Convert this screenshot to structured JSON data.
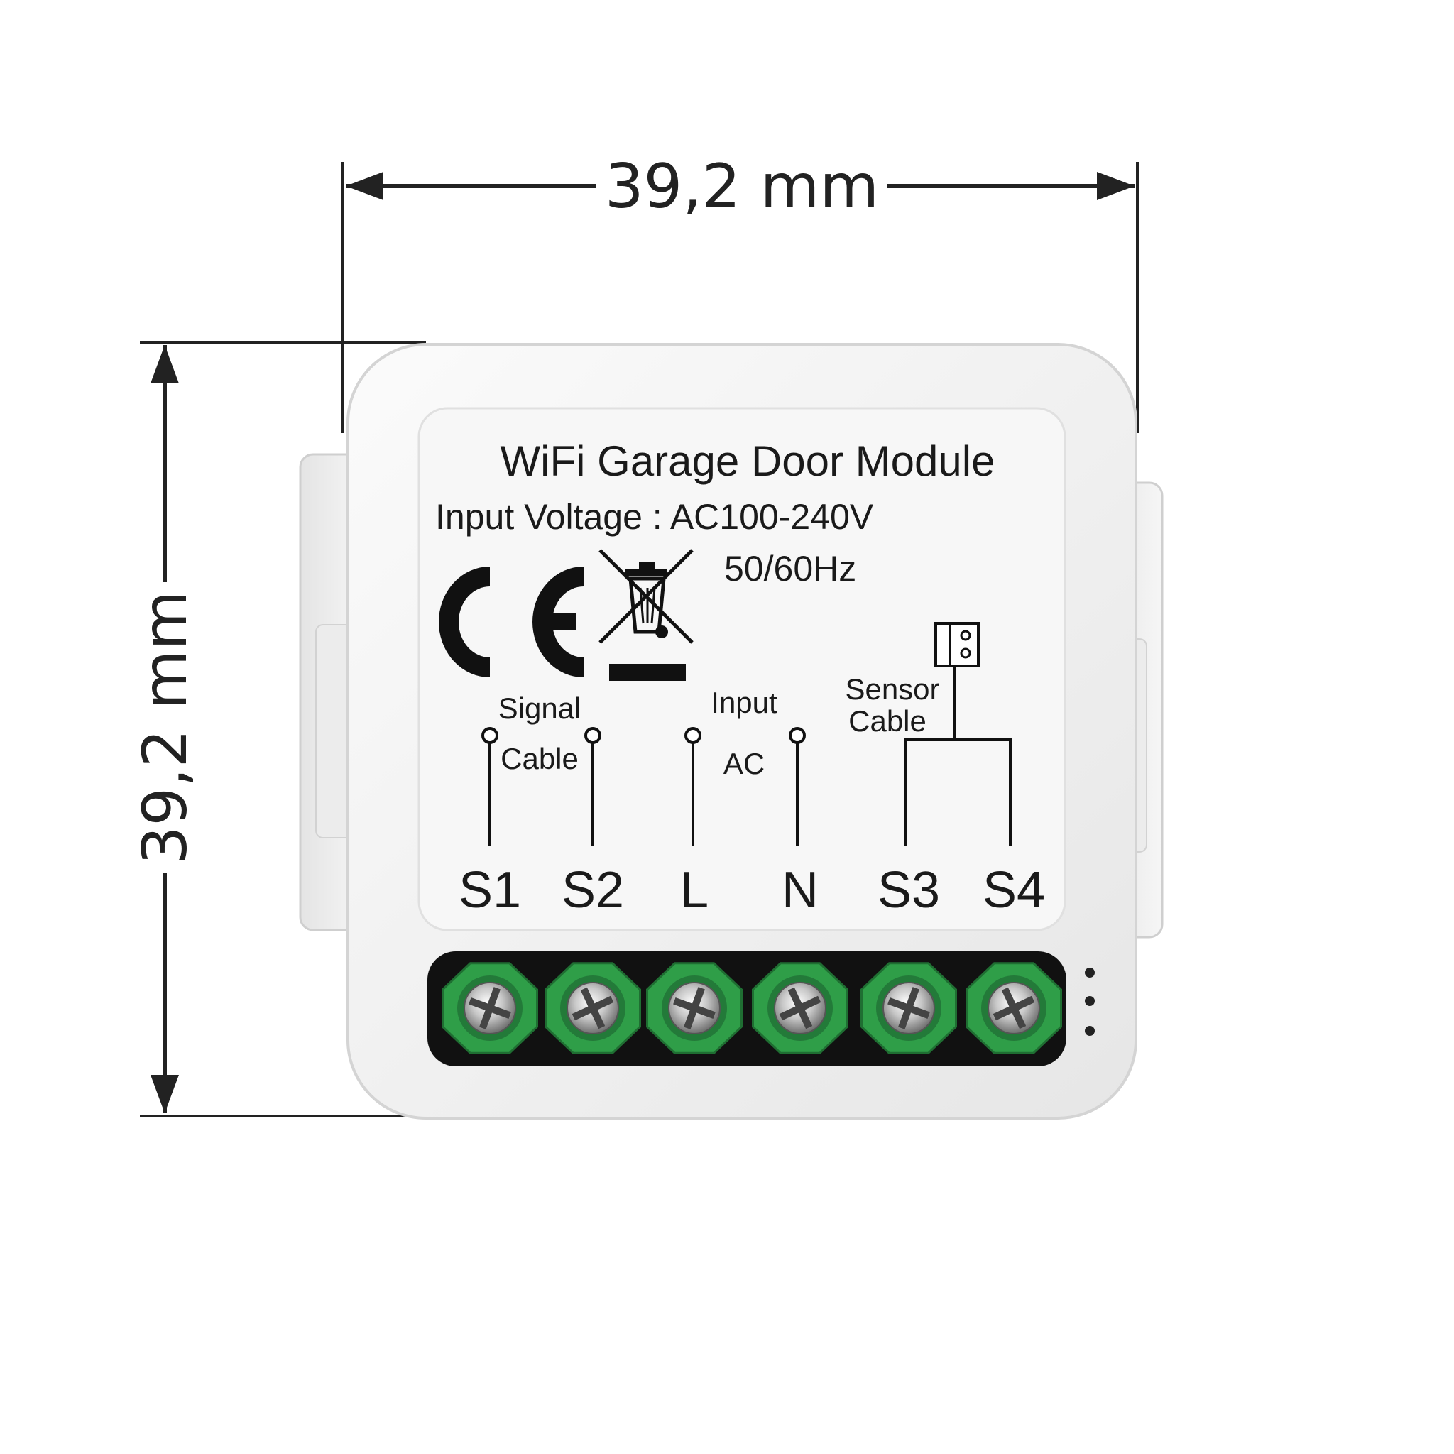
{
  "dimensions": {
    "width_label": "39,2 mm",
    "height_label": "39,2 mm"
  },
  "module": {
    "title": "WiFi Garage Door Module",
    "voltage": "Input Voltage : AC100-240V",
    "frequency": "50/60Hz",
    "certification_icons": [
      "ce-mark-icon",
      "weee-crossed-bin-icon"
    ],
    "groups": {
      "signal": {
        "line1": "Signal",
        "line2": "Cable"
      },
      "input": {
        "line1": "Input",
        "line2": "AC"
      },
      "sensor": {
        "line1": "Sensor",
        "line2": "Cable"
      }
    },
    "terminals": [
      "S1",
      "S2",
      "L",
      "N",
      "S3",
      "S4"
    ],
    "colors": {
      "housing": "#f2f2f2",
      "terminal_block": "#2f9e48",
      "dimension_lines": "#222222"
    }
  }
}
